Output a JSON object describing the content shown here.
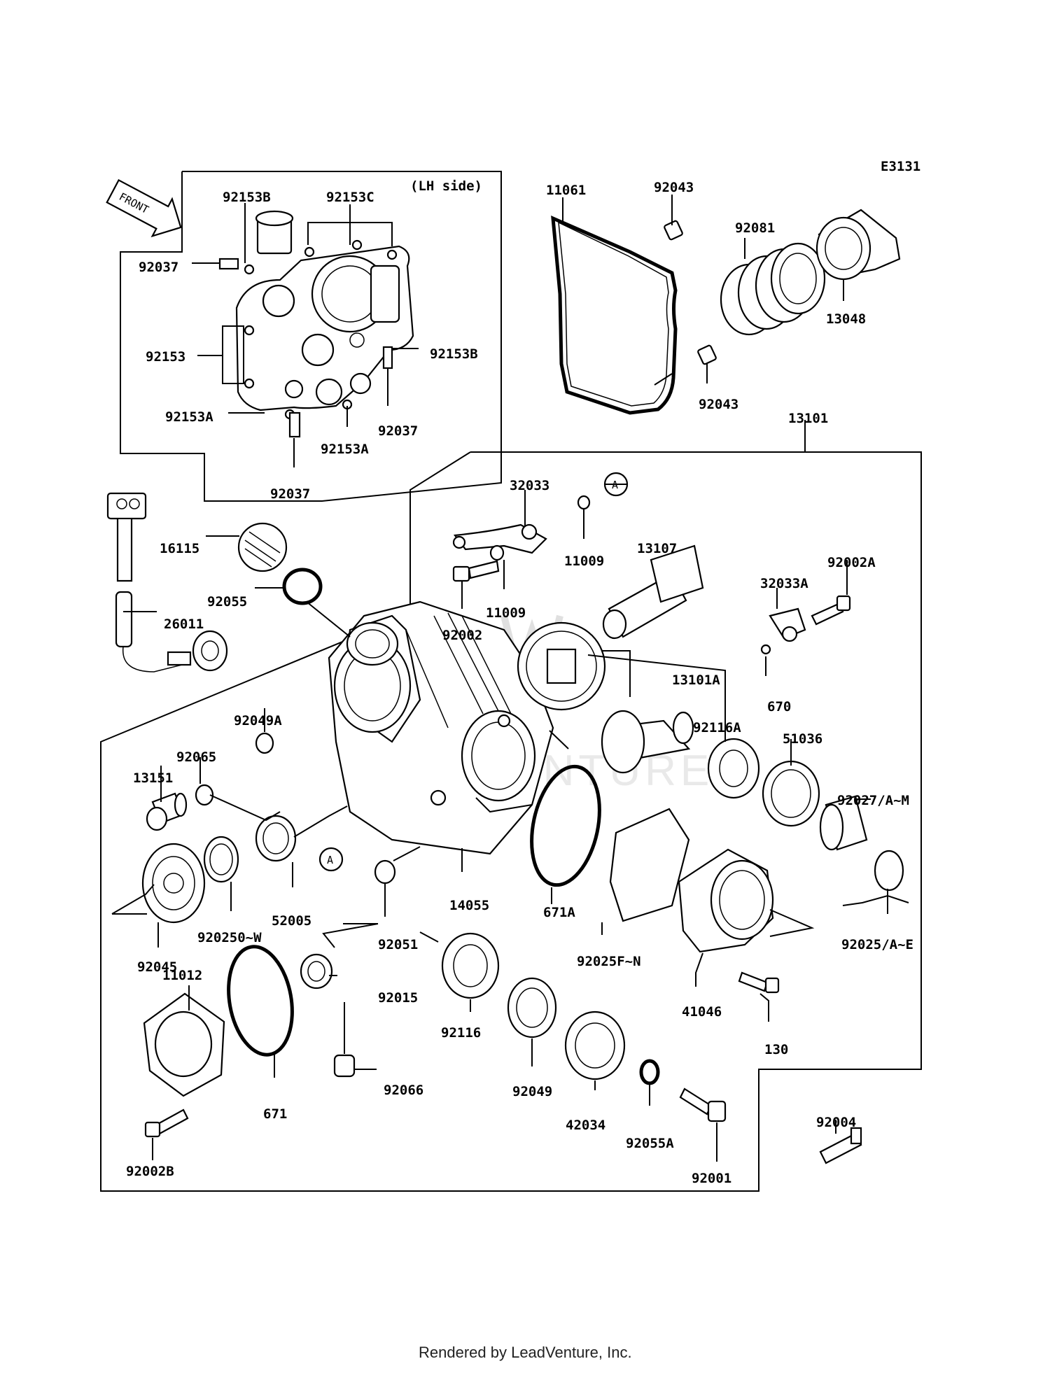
{
  "diagram_id": "E3131",
  "front_arrow": "FRONT",
  "inset_title": "(LH side)",
  "watermark": "LEADVENTURE",
  "footer": "Rendered by LeadVenture, Inc.",
  "labels": {
    "p92153B_top": "92153B",
    "p92153C": "92153C",
    "p92037_a": "92037",
    "p92153": "92153",
    "p92153B_right": "92153B",
    "p92153A_left": "92153A",
    "p92037_b": "92037",
    "p92153A_bottom": "92153A",
    "p92037_c": "92037",
    "p11061": "11061",
    "p92043_top": "92043",
    "p92081": "92081",
    "p13048": "13048",
    "p92043_bottom": "92043",
    "p13101": "13101",
    "p32033": "32033",
    "callout_a_top": "A",
    "p11009_right": "11009",
    "p13107": "13107",
    "p92002A": "92002A",
    "p32033A": "32033A",
    "p16115": "16115",
    "p92055": "92055",
    "p26011": "26011",
    "p11009_left": "11009",
    "p92002": "92002",
    "p13101A": "13101A",
    "p670": "670",
    "p92049A": "92049A",
    "p92116A": "92116A",
    "p51036": "51036",
    "p92065": "92065",
    "p13151": "13151",
    "p92027": "92027/A~M",
    "callout_a_left": "A",
    "p14055": "14055",
    "p671A": "671A",
    "p52005": "52005",
    "p920250": "920250~W",
    "p92051": "92051",
    "p92025F": "92025F~N",
    "p92025A": "92025/A~E",
    "p92045": "92045",
    "p92015": "92015",
    "p41046": "41046",
    "p11012": "11012",
    "p92116": "92116",
    "p130": "130",
    "p671": "671",
    "p92066": "92066",
    "p92049": "92049",
    "p42034": "42034",
    "p92004": "92004",
    "p92055A": "92055A",
    "p92002B": "92002B",
    "p92001": "92001"
  }
}
